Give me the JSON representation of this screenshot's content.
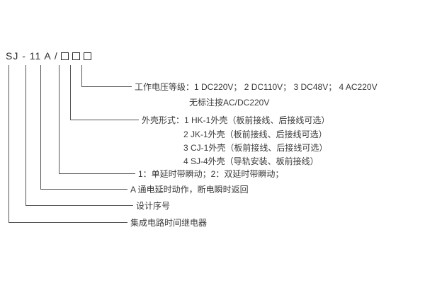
{
  "model": {
    "code": "SJ - 11 A /"
  },
  "labels": {
    "voltage_line1": "工作电压等级：1 DC220V；  2 DC110V；  3 DC48V；  4 AC220V",
    "voltage_line2": "无标注按AC/DC220V",
    "shell_line1": "外壳形式：1  HK-1外壳（板前接线、后接线可选）",
    "shell_line2": "2  JK-1外壳（板前接线、后接线可选）",
    "shell_line3": "3  CJ-1外壳（板前接线、后接线可选）",
    "shell_line4": "4  SJ-4外壳（导轨安装、板前接线）",
    "delay": "1：单延时带瞬动；2：双延时带瞬动；",
    "action": "A  通电延时动作，断电瞬时返回",
    "serial": "设计序号",
    "name": "集成电路时间继电器"
  }
}
